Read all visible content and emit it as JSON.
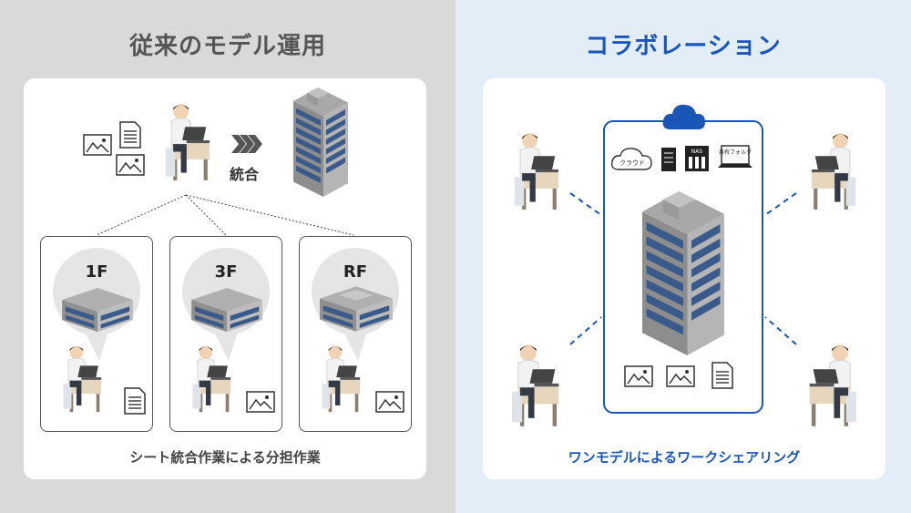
{
  "left": {
    "title": "従来のモデル運用",
    "integrate_label": "統合",
    "floors": [
      {
        "label": "1F",
        "doc": "sheet"
      },
      {
        "label": "3F",
        "doc": "image"
      },
      {
        "label": "RF",
        "doc": "image"
      }
    ],
    "caption": "シート統合作業による分担作業"
  },
  "right": {
    "title": "コラボレーション",
    "cloud_label": "クラウド",
    "nas_label": "NAS",
    "shared_folder_label": "共有フォルダ",
    "caption": "ワンモデルによるワークシェアリング"
  },
  "colors": {
    "accent": "#1a56b8",
    "left_bg": "#d9d9d9",
    "right_bg": "#e3edf8",
    "building_blue": "#3b5a8c",
    "building_gray": "#9a9a9a"
  }
}
